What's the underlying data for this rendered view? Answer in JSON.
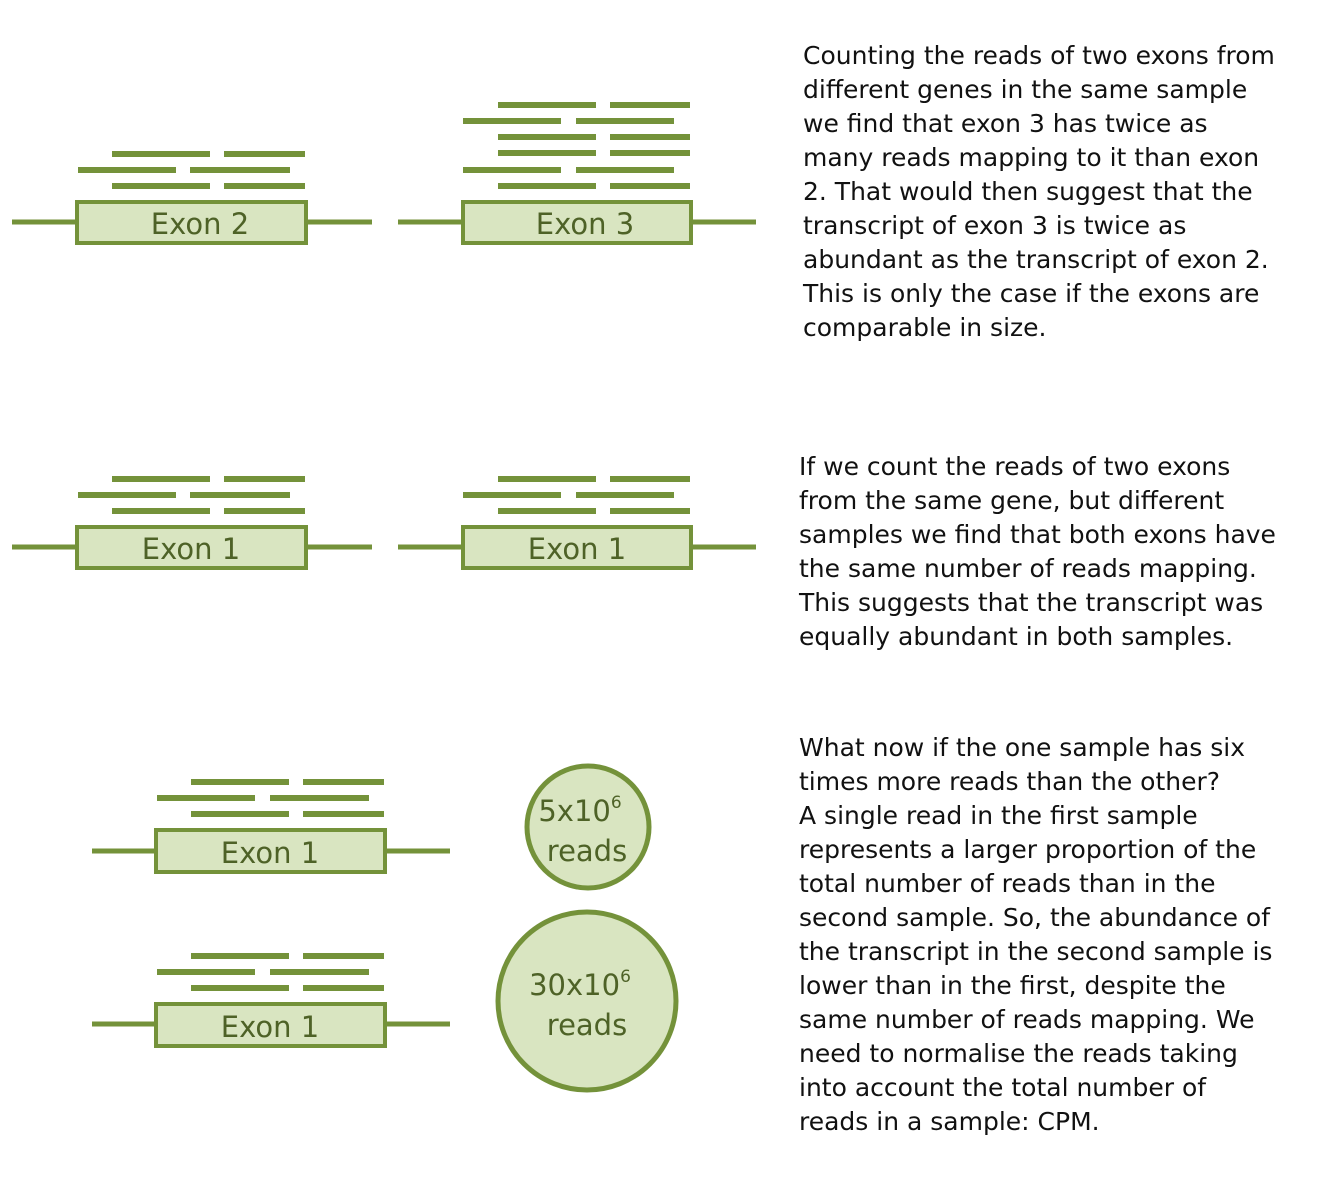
{
  "colors": {
    "accent": "#74923a",
    "box_fill": "#d9e5c1",
    "label_text": "#4e6227",
    "body_text": "#111111"
  },
  "row1": {
    "exon_left": "Exon 2",
    "exon_right": "Exon 3",
    "text": "Counting the reads of two exons from\ndifferent genes in the same sample\nwe find that exon 3 has twice as\nmany reads mapping to it than exon\n2. That would then suggest that the\ntranscript of exon 3 is twice as\nabundant as the transcript of exon 2.\nThis is only the case if the exons are\ncomparable in size."
  },
  "row2": {
    "exon_left": "Exon 1",
    "exon_right": "Exon 1",
    "text": "If we count the reads of two exons\nfrom the same gene, but different\nsamples we find that both exons have\nthe same number of reads mapping.\nThis suggests that the transcript was\nequally abundant in both samples."
  },
  "row3": {
    "exon_top": "Exon 1",
    "exon_bottom": "Exon 1",
    "circle_small": {
      "base": "5x10",
      "exp": "6",
      "unit": "reads"
    },
    "circle_large": {
      "base": "30x10",
      "exp": "6",
      "unit": "reads"
    },
    "text": "What now if the one sample has six\ntimes more reads than the other?\nA single read in the first sample\nrepresents a larger proportion of the\ntotal number of reads than in the\nsecond sample. So, the abundance of\nthe transcript in the second sample is\nlower than in the first, despite the\nsame number of reads mapping. We\nneed to normalise the reads taking\ninto account the total number of\nreads in a sample: CPM."
  }
}
